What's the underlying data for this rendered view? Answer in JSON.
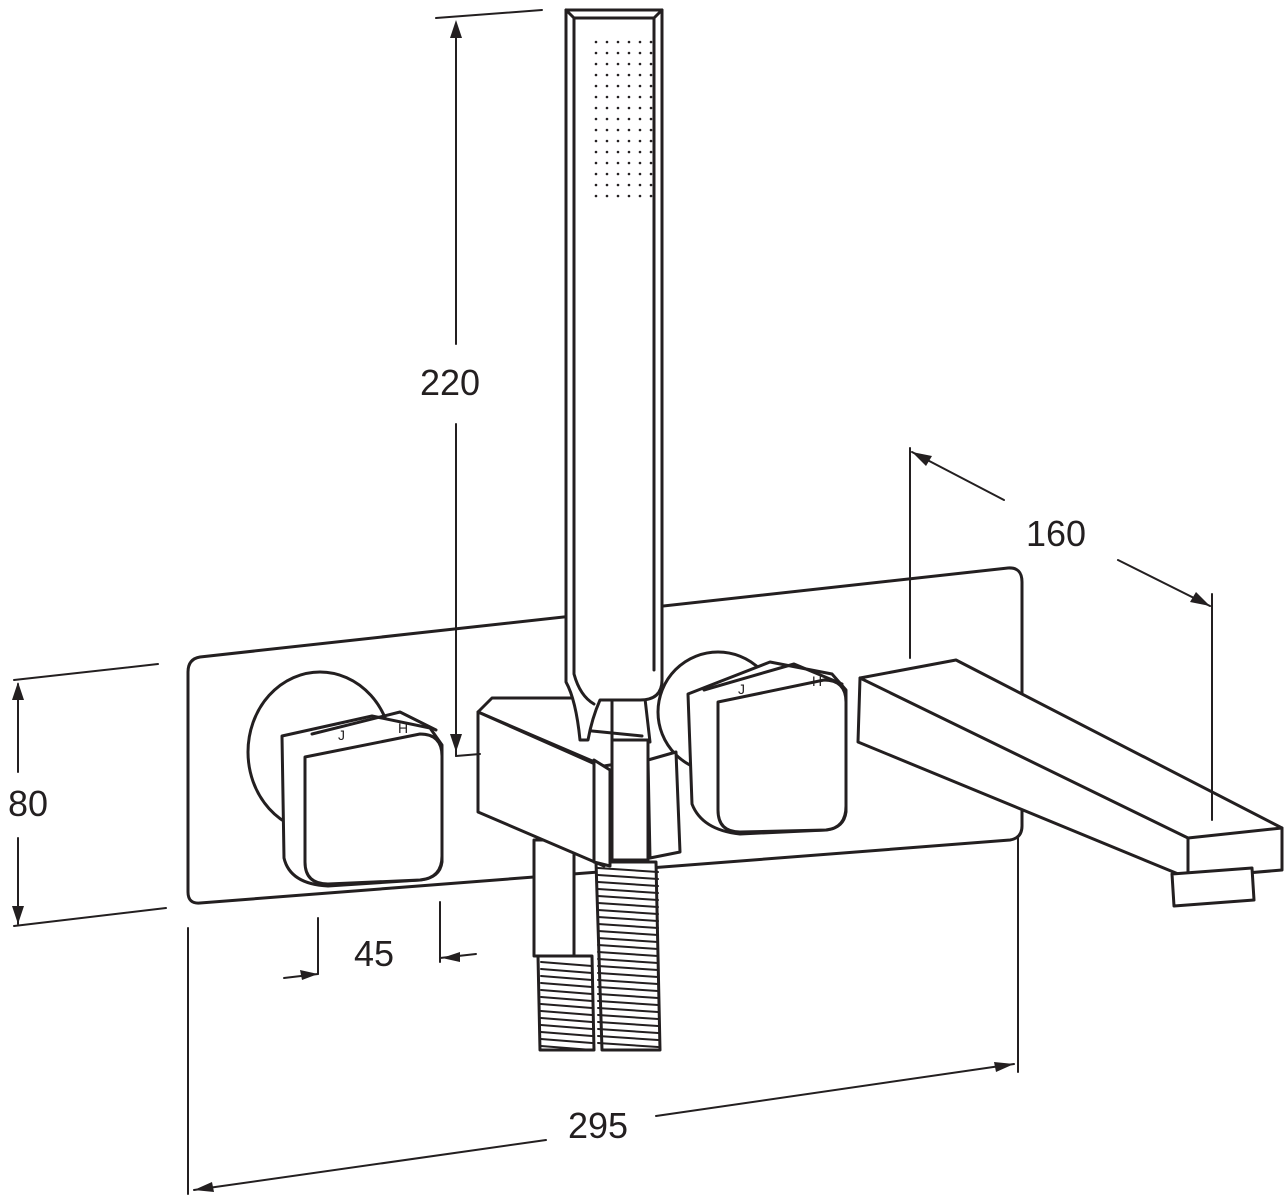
{
  "dimensions": {
    "height_handshower": "220",
    "spout_projection": "160",
    "plate_height": "80",
    "handle_offset": "45",
    "plate_width": "295"
  },
  "colors": {
    "line": "#231f20",
    "background": "#ffffff"
  }
}
